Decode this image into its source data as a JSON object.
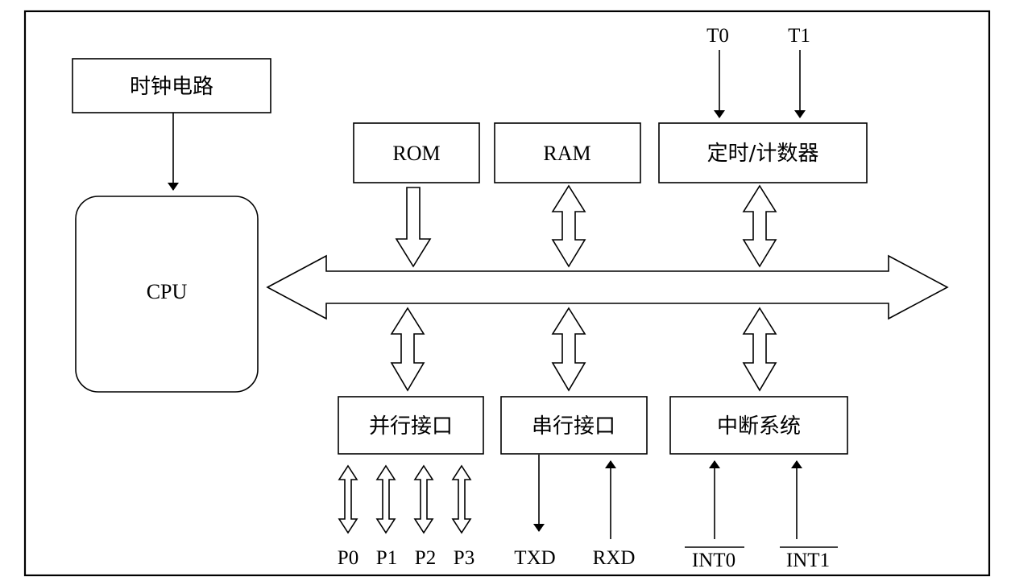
{
  "blocks": {
    "clock": "时钟电路",
    "cpu": "CPU",
    "rom": "ROM",
    "ram": "RAM",
    "timer": "定时/计数器",
    "parallel": "并行接口",
    "serial": "串行接口",
    "interrupt": "中断系统"
  },
  "signals": {
    "t0": "T0",
    "t1": "T1",
    "p0": "P0",
    "p1": "P1",
    "p2": "P2",
    "p3": "P3",
    "txd": "TXD",
    "rxd": "RXD",
    "int0": "INT0",
    "int1": "INT1"
  },
  "colors": {
    "stroke": "#000000",
    "background": "#ffffff"
  }
}
